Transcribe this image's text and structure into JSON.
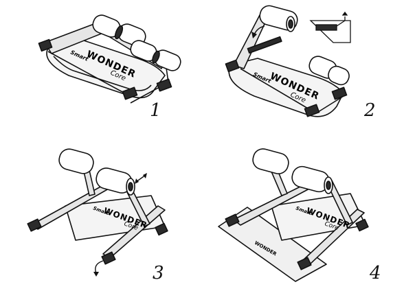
{
  "steps": [
    {
      "number": "1"
    },
    {
      "number": "2"
    },
    {
      "number": "3"
    },
    {
      "number": "4"
    }
  ],
  "brand": {
    "small": "Smart",
    "main": "WONDER",
    "script": "Core"
  },
  "colors": {
    "line": "#111111",
    "fill_dark": "#2b2b2b",
    "fill_light": "#ffffff",
    "shade": "#d8d8d8"
  }
}
